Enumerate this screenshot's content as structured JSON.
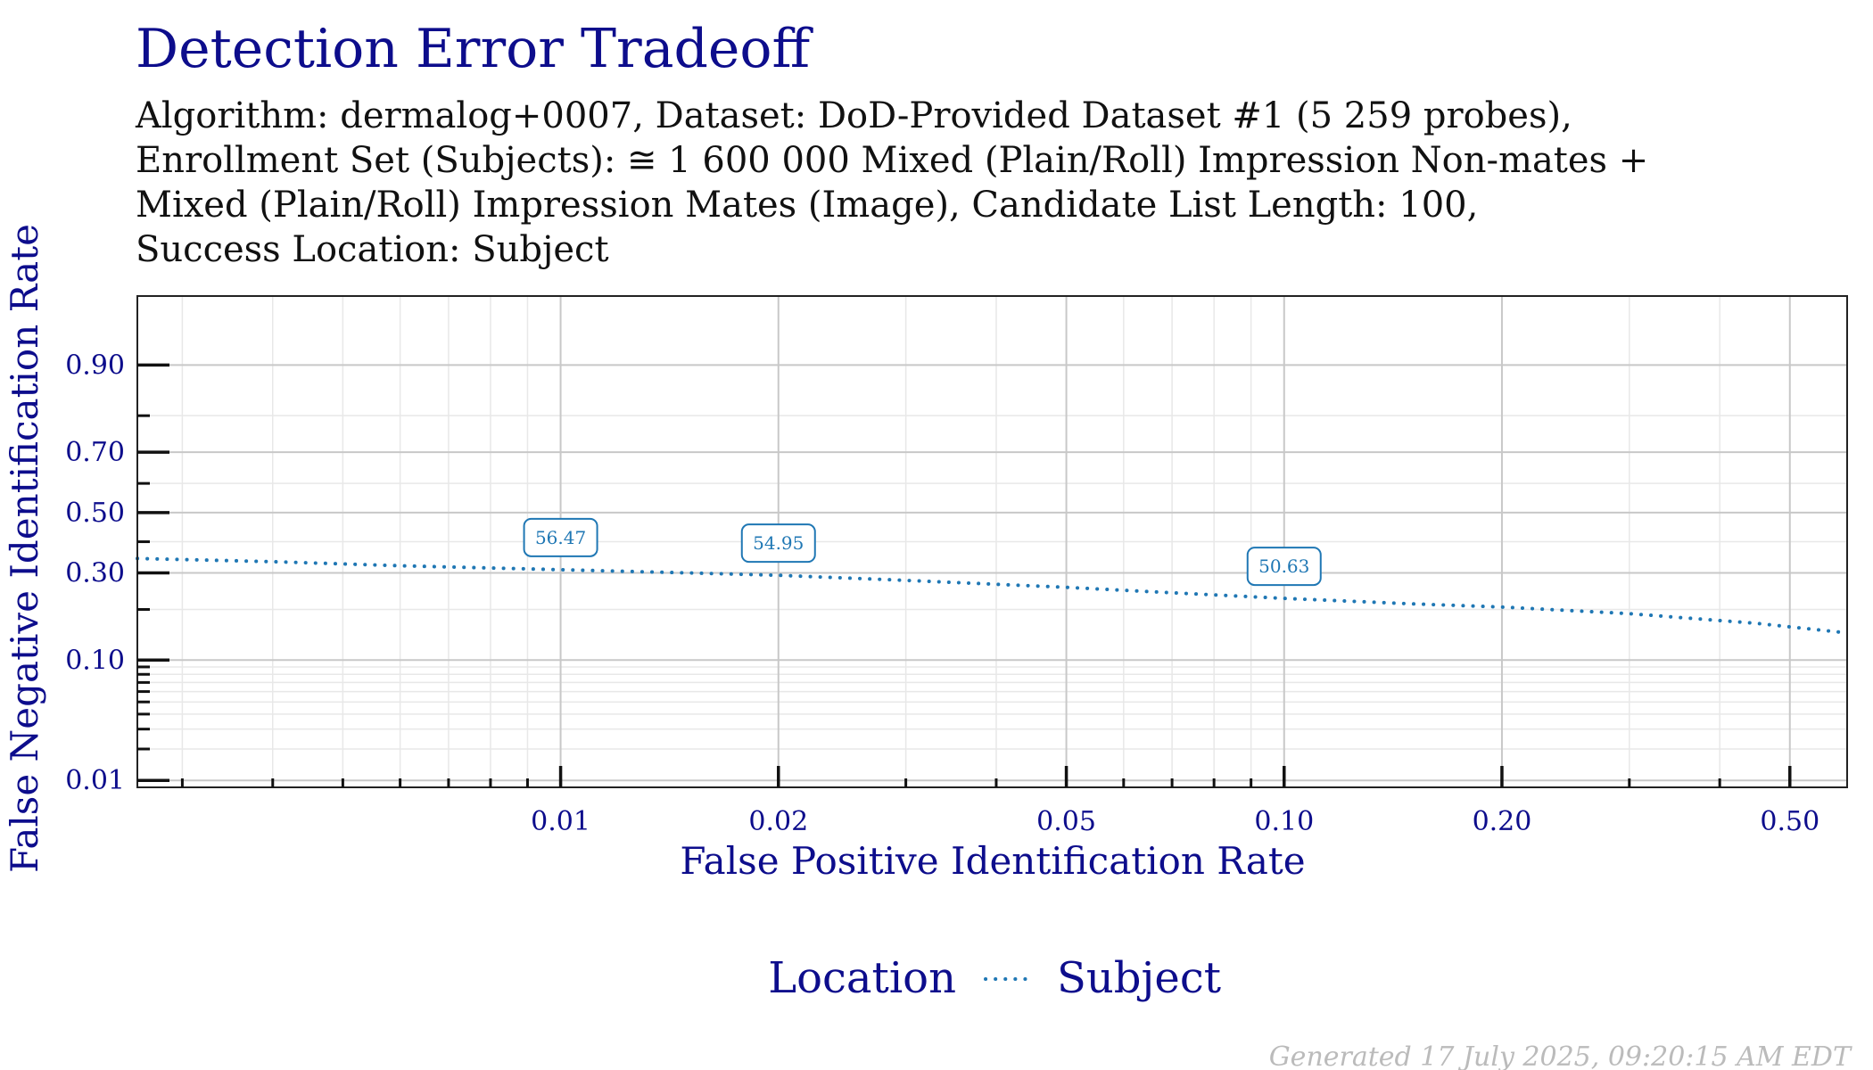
{
  "chart_data": {
    "type": "line",
    "title": "Detection Error Tradeoff",
    "subtitle_lines": [
      "Algorithm: dermalog+0007, Dataset: DoD-Provided Dataset #1 (5 259 probes),",
      "Enrollment Set (Subjects): ≅ 1 600 000 Mixed (Plain/Roll) Impression Non-mates +",
      "Mixed (Plain/Roll) Impression Mates (Image), Candidate List Length: 100,",
      "Success Location: Subject"
    ],
    "xlabel": "False Positive Identification Rate",
    "ylabel": "False Negative Identification Rate",
    "x_scale": "log",
    "y_scale": "probit",
    "xlim": [
      0.0026,
      0.6
    ],
    "ylim": [
      0.0085,
      0.97
    ],
    "x_ticks": [
      {
        "value": 0.01,
        "label": "0.01"
      },
      {
        "value": 0.02,
        "label": "0.02"
      },
      {
        "value": 0.05,
        "label": "0.05"
      },
      {
        "value": 0.1,
        "label": "0.10"
      },
      {
        "value": 0.2,
        "label": "0.20"
      },
      {
        "value": 0.5,
        "label": "0.50"
      }
    ],
    "y_ticks": [
      {
        "value": 0.01,
        "label": "0.01"
      },
      {
        "value": 0.1,
        "label": "0.10"
      },
      {
        "value": 0.3,
        "label": "0.30"
      },
      {
        "value": 0.5,
        "label": "0.50"
      },
      {
        "value": 0.7,
        "label": "0.70"
      },
      {
        "value": 0.9,
        "label": "0.90"
      }
    ],
    "grid": true,
    "legend": {
      "title": "Location",
      "placement": "bottom"
    },
    "series": [
      {
        "name": "Subject",
        "color": "#1f77b4",
        "line_style": "dotted",
        "x": [
          0.0026,
          0.004,
          0.006,
          0.01,
          0.015,
          0.02,
          0.03,
          0.05,
          0.07,
          0.1,
          0.15,
          0.2,
          0.3,
          0.45,
          0.6
        ],
        "y": [
          0.345,
          0.335,
          0.322,
          0.31,
          0.3,
          0.293,
          0.278,
          0.258,
          0.243,
          0.228,
          0.214,
          0.206,
          0.19,
          0.168,
          0.148
        ]
      }
    ],
    "annotations": [
      {
        "x": 0.01,
        "y": 0.31,
        "label": "56.47"
      },
      {
        "x": 0.02,
        "y": 0.293,
        "label": "54.95"
      },
      {
        "x": 0.1,
        "y": 0.228,
        "label": "50.63"
      }
    ],
    "footer": "Generated 17 July 2025, 09:20:15 AM EDT"
  }
}
